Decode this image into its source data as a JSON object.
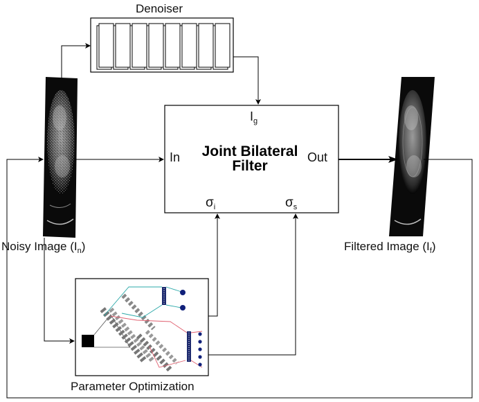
{
  "denoiser": {
    "title": "Denoiser"
  },
  "filter": {
    "title": "Joint Bilateral Filter",
    "in_label": "In",
    "out_label": "Out",
    "guide_label": "I",
    "guide_sub": "g",
    "sigma_i": "σ",
    "sigma_i_sub": "i",
    "sigma_s": "σ",
    "sigma_s_sub": "s"
  },
  "noisy": {
    "label": "Noisy Image (I",
    "sub": "n",
    "close": ")"
  },
  "filtered": {
    "label": "Filtered Image (I",
    "sub": "f",
    "close": ")"
  },
  "optimizer": {
    "title": "Parameter Optimization"
  }
}
